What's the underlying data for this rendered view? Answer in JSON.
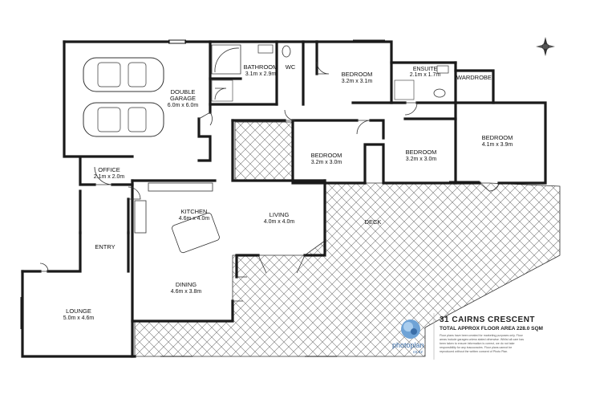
{
  "rooms": {
    "garage": {
      "name": "DOUBLE\nGARAGE",
      "line1": "DOUBLE",
      "line2": "GARAGE",
      "dims": "6.0m x 6.0m"
    },
    "bathroom": {
      "name": "BATHROOM",
      "dims": "3.1m x 2.9m"
    },
    "wc": {
      "name": "WC"
    },
    "bedroom1": {
      "name": "BEDROOM",
      "dims": "3.2m x 3.1m"
    },
    "ensuite": {
      "name": "ENSUITE",
      "dims": "2.1m x 1.7m"
    },
    "wardrobe": {
      "name": "WARDROBE"
    },
    "bedroom2": {
      "name": "BEDROOM",
      "dims": "3.2m x 3.0m"
    },
    "bedroom3": {
      "name": "BEDROOM",
      "dims": "3.2m x 3.0m"
    },
    "bedroom4": {
      "name": "BEDROOM",
      "dims": "4.1m x 3.9m"
    },
    "office": {
      "name": "OFFICE",
      "dims": "2.1m x 2.0m"
    },
    "kitchen": {
      "name": "KITCHEN",
      "dims": "4.6m x 4.0m"
    },
    "living": {
      "name": "LIVING",
      "dims": "4.0m x 4.0m"
    },
    "deck": {
      "name": "DECK"
    },
    "entry": {
      "name": "ENTRY"
    },
    "dining": {
      "name": "DINING",
      "dims": "4.6m x 3.8m"
    },
    "lounge": {
      "name": "LOUNGE",
      "dims": "5.0m x 4.6m"
    }
  },
  "info": {
    "address": "31 CAIRNS CRESCENT",
    "area": "TOTAL APPROX FLOOR AREA 228.0 SQM",
    "disclaimer": [
      "Floor plans have been created for marketing purposes only. Floor",
      "areas include garages unless stated otherwise. Whilst all care has",
      "been taken to ensure information is correct, we do not take",
      "responsibility for any inaccuracies. Floor plans cannot be",
      "reproduced without the written consent of Photo Plan."
    ]
  },
  "logo": {
    "name": "photoplan",
    "suffix": "co.nz"
  },
  "colors": {
    "wall": "#1a1a1a",
    "deck_hatch": "#555555",
    "logo": "#3b6ea8"
  }
}
